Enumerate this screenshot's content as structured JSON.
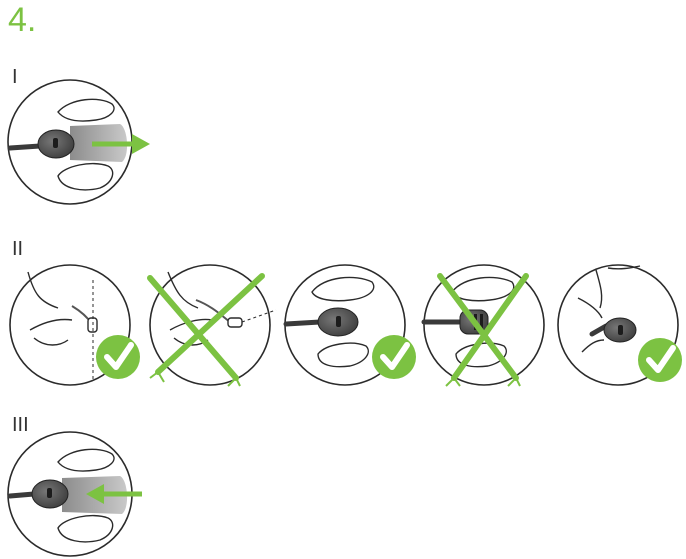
{
  "step_number": "4.",
  "sections": [
    {
      "label": "I"
    },
    {
      "label": "II"
    },
    {
      "label": "III"
    }
  ],
  "colors": {
    "accent_green": "#7cc242",
    "outline": "#2b2b2b",
    "skin_shadow": "#9a9a9a"
  },
  "icons": [
    "check-icon",
    "cross-icon",
    "arrow-right-icon",
    "arrow-left-icon"
  ]
}
